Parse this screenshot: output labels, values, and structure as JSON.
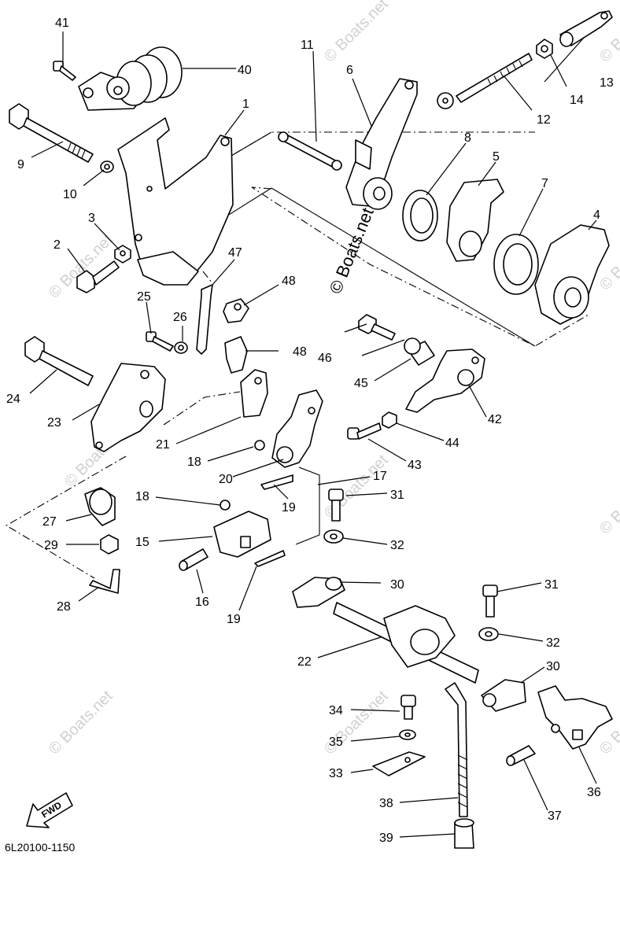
{
  "diagram": {
    "code": "6L20100-1150",
    "watermark": "© Boats.net",
    "fwd_label": "FWD",
    "callouts": [
      "1",
      "2",
      "3",
      "4",
      "5",
      "6",
      "7",
      "8",
      "9",
      "10",
      "11",
      "12",
      "13",
      "14",
      "15",
      "16",
      "17",
      "18",
      "19",
      "20",
      "21",
      "22",
      "23",
      "24",
      "25",
      "26",
      "27",
      "28",
      "29",
      "30",
      "31",
      "32",
      "33",
      "34",
      "35",
      "36",
      "37",
      "38",
      "39",
      "40",
      "41",
      "42",
      "43",
      "44",
      "45",
      "46",
      "47",
      "48"
    ]
  }
}
